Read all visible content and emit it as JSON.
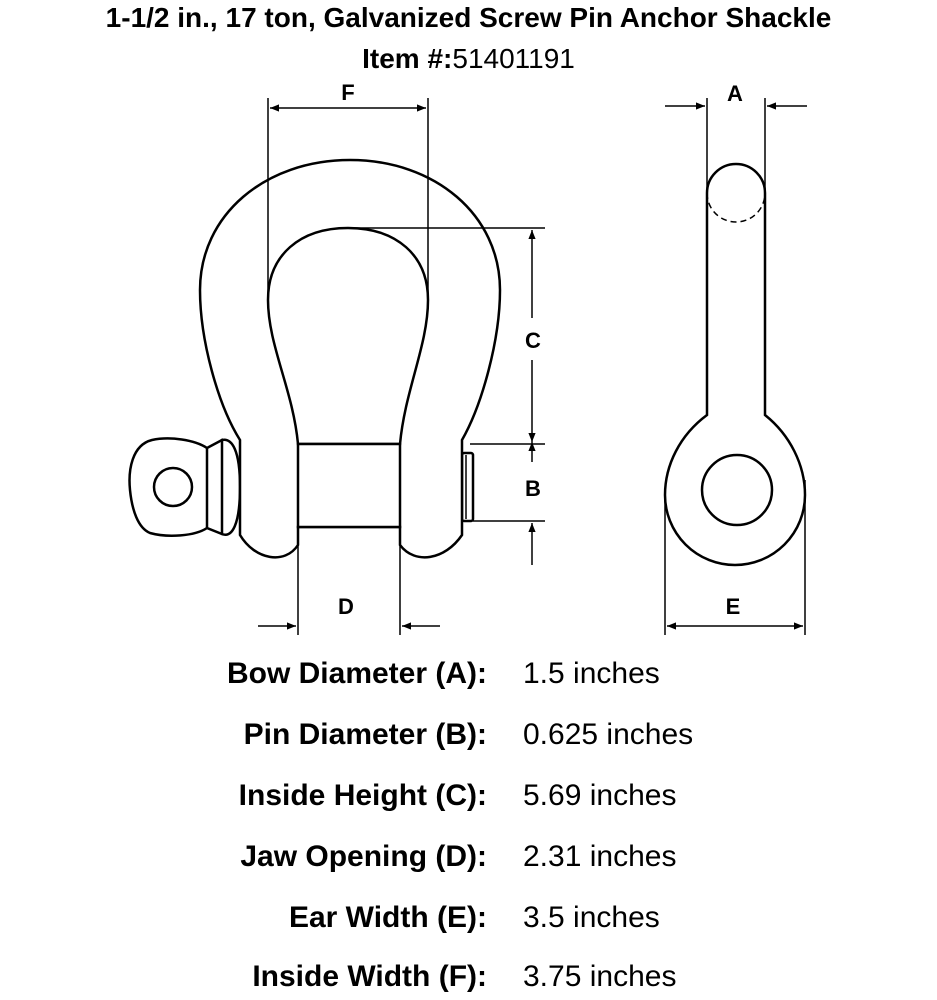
{
  "header": {
    "title": "1-1/2 in., 17 ton, Galvanized Screw Pin Anchor Shackle",
    "item_label": "Item #:",
    "item_number": "51401191"
  },
  "diagram": {
    "labels": {
      "A": "A",
      "B": "B",
      "C": "C",
      "D": "D",
      "E": "E",
      "F": "F"
    }
  },
  "specs": [
    {
      "label": "Bow Diameter (A):",
      "value": "1.5 inches"
    },
    {
      "label": "Pin Diameter (B):",
      "value": "0.625 inches"
    },
    {
      "label": "Inside Height (C):",
      "value": "5.69 inches"
    },
    {
      "label": "Jaw Opening (D):",
      "value": "2.31 inches"
    },
    {
      "label": "Ear Width (E):",
      "value": "3.5 inches"
    },
    {
      "label": "Inside Width (F):",
      "value": "3.75 inches"
    }
  ]
}
